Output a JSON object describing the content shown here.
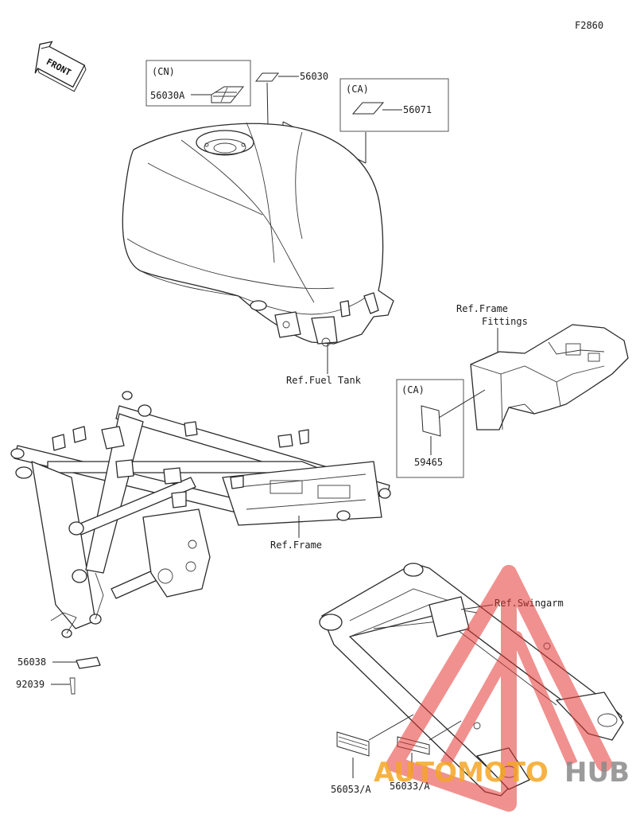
{
  "diagram_code": "F2860",
  "front_arrow_label": "FRONT",
  "groups": {
    "cn": "(CN)",
    "ca_top": "(CA)",
    "ca_right": "(CA)"
  },
  "part_numbers": {
    "p56030A": "56030A",
    "p56030": "56030",
    "p56071": "56071",
    "p59465": "59465",
    "p56038": "56038",
    "p92039": "92039",
    "p56053A": "56053/A",
    "p56033A": "56033/A"
  },
  "references": {
    "fuel_tank": "Ref.Fuel Tank",
    "frame_fittings_line1": "Ref.Frame",
    "frame_fittings_line2": "Fittings",
    "frame": "Ref.Frame",
    "swingarm": "Ref.Swingarm"
  },
  "watermark": {
    "part1": "AUTOMOTO",
    "part2": "HUB",
    "color_red": "#e53935",
    "color_orange": "#f5a623",
    "color_gray": "#8a8a8a"
  }
}
